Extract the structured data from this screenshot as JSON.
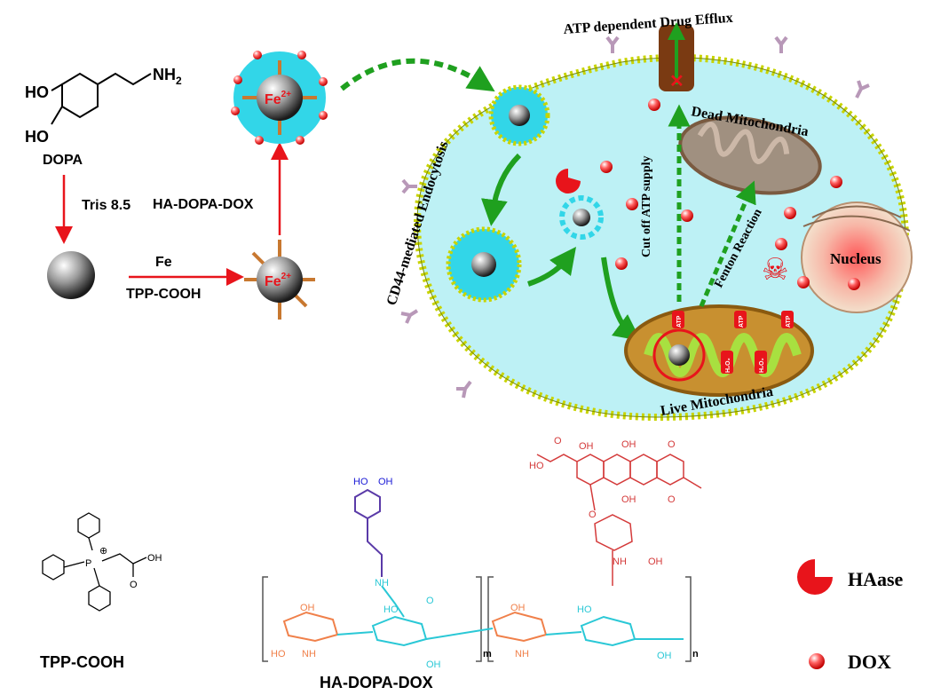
{
  "colors": {
    "cell_fill": "#bdf1f5",
    "membrane": "#c8d400",
    "arrow_red": "#e8141b",
    "arrow_green": "#1fa01f",
    "nanoparticle_shell": "#32d6e8",
    "dox": "#e8141b",
    "dopa_blue": "#1a1ad6",
    "ha_orange": "#f0804a",
    "ha_cyan": "#2ac8d6",
    "dox_red": "#d43a3a"
  },
  "synthesis": {
    "ho_top": "HO",
    "ho_bottom": "HO",
    "nh2": "NH",
    "nh2_sub": "2",
    "dopa_label": "DOPA",
    "step1": "Tris 8.5",
    "step2_top": "Fe",
    "step2_bottom": "TPP-COOH",
    "step3": "HA-DOPA-DOX",
    "fe_core": "Fe",
    "fe_charge": "2+"
  },
  "cell": {
    "efflux_label": "ATP dependent Drug Efflux",
    "endocytosis_label": "CD44-mediated Endocytosis",
    "dead_mito_label": "Dead Mitochondria",
    "atp_supply_label": "Cut off ATP supply",
    "fenton_label": "Fenton Reaction",
    "nucleus_label": "Nucleus",
    "live_mito_label": "Live Mitochondria",
    "atp_tag": "ATP",
    "h2o2_tag": "H₂O₂"
  },
  "structures": {
    "tpp_label": "TPP-COOH",
    "tpp_p": "P",
    "tpp_oh": "OH",
    "tpp_o": "O",
    "ha_label": "HA-DOPA-DOX",
    "repeat_m": "m",
    "repeat_n": "n",
    "ho": "HO",
    "oh": "OH",
    "nh": "NH",
    "o": "O"
  },
  "legend": [
    {
      "icon": "haase-pacman-icon",
      "label": "HAase"
    },
    {
      "icon": "dox-sphere-icon",
      "label": "DOX"
    }
  ]
}
